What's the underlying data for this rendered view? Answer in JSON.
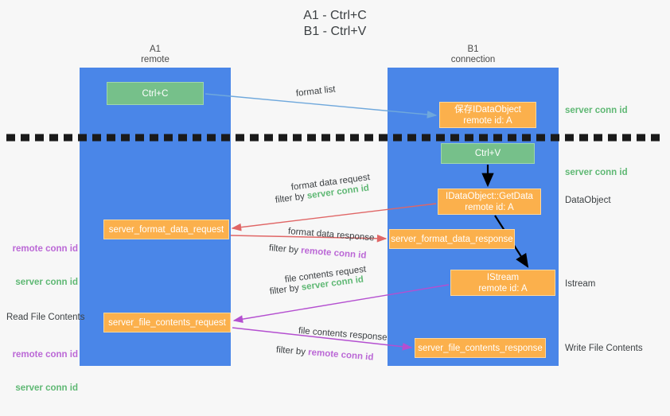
{
  "title": "A1 - Ctrl+C\nB1 - Ctrl+V",
  "lanes": [
    {
      "id": "a1",
      "name": "A1",
      "sub": "remote",
      "header": "A1\nremote",
      "color": "#4a86e8"
    },
    {
      "id": "b1",
      "name": "B1",
      "sub": "connection",
      "header": "B1\nconnection",
      "color": "#4a86e8"
    }
  ],
  "nodes": {
    "ctrl_c": {
      "label": "Ctrl+C",
      "color": "green"
    },
    "save_dataobject": {
      "label": "保存IDataObject\nremote id: A",
      "color": "orange"
    },
    "ctrl_v": {
      "label": "Ctrl+V",
      "color": "green"
    },
    "getdata": {
      "label": "IDataObject::GetData\nremote id: A",
      "color": "orange"
    },
    "format_data_request": {
      "label": "server_format_data_request",
      "color": "orange"
    },
    "format_data_response": {
      "label": "server_format_data_response",
      "color": "orange"
    },
    "istream": {
      "label": "IStream\nremote id: A",
      "color": "orange"
    },
    "file_contents_request": {
      "label": "server_file_contents_request",
      "color": "orange"
    },
    "file_contents_response": {
      "label": "server_file_contents_response",
      "color": "orange"
    }
  },
  "edge_labels": {
    "format_list": "format list",
    "format_data_request": "format data request",
    "format_data_request_filter_prefix": "filter by ",
    "format_data_request_filter_key": "server conn id",
    "format_data_response": "format data response",
    "format_data_response_filter_prefix": "filter by ",
    "format_data_response_filter_key": "remote conn id",
    "file_contents_request": "file contents request",
    "file_contents_request_filter_prefix": "filter by ",
    "file_contents_request_filter_key": "server conn id",
    "file_contents_response": "file contents response",
    "file_contents_response_filter_prefix": "filter by ",
    "file_contents_response_filter_key": "remote conn id"
  },
  "right_labels": {
    "server_conn_id_top": "server conn id",
    "server_conn_id_mid": "server conn id",
    "dataobject": "DataObject",
    "istream": "Istream",
    "write_file_contents": "Write File Contents"
  },
  "left_labels": {
    "remote_conn_id_1": "remote conn id",
    "server_conn_id_1": "server conn id",
    "read_file_contents": "Read File Contents",
    "remote_conn_id_2": "remote conn id",
    "server_conn_id_2": "server conn id"
  },
  "colors": {
    "lane": "#4a86e8",
    "green_node": "#76c08a",
    "orange_node": "#fbb04c",
    "green_text": "#5fb874",
    "purple_text": "#bb68d6",
    "arrow_blue": "#6fa8dc",
    "arrow_red": "#e06666",
    "arrow_purple": "#b44fd0",
    "arrow_black": "#000000",
    "background": "#f7f7f7",
    "divider": "#1a1a1a"
  }
}
